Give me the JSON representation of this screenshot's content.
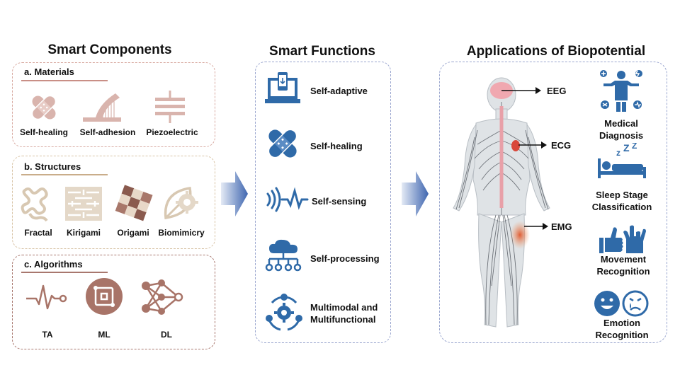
{
  "columns": {
    "components": {
      "title": "Smart Components",
      "materials": {
        "heading": "a. Materials",
        "items": [
          "Self-healing",
          "Self-adhesion",
          "Piezoelectric"
        ]
      },
      "structures": {
        "heading": "b. Structures",
        "items": [
          "Fractal",
          "Kirigami",
          "Origami",
          "Biomimicry"
        ]
      },
      "algorithms": {
        "heading": "c. Algorithms",
        "items": [
          "TA",
          "ML",
          "DL"
        ]
      }
    },
    "functions": {
      "title": "Smart Functions",
      "items": [
        "Self-adaptive",
        "Self-healing",
        "Self-sensing",
        "Self-processing",
        "Multimodal and\nMultifunctional"
      ]
    },
    "applications": {
      "title": "Applications of Biopotential",
      "signals": [
        "EEG",
        "ECG",
        "EMG"
      ],
      "items": [
        "Medical\nDiagnosis",
        "Sleep Stage\nClassification",
        "Movement\nRecognition",
        "Emotion\nRecognition"
      ]
    }
  },
  "colors": {
    "materials_border": "#d8a9a0",
    "structures_border": "#d8c3a5",
    "algorithms_border": "#a8776e",
    "blue_border": "#9aa6cf",
    "icon_blue": "#2f6aa8",
    "mat_icon": "#d9b4ad",
    "str_icon": "#d8c8b2",
    "alg_icon": "#a87468",
    "arrow_blue": "#4a72b8"
  }
}
